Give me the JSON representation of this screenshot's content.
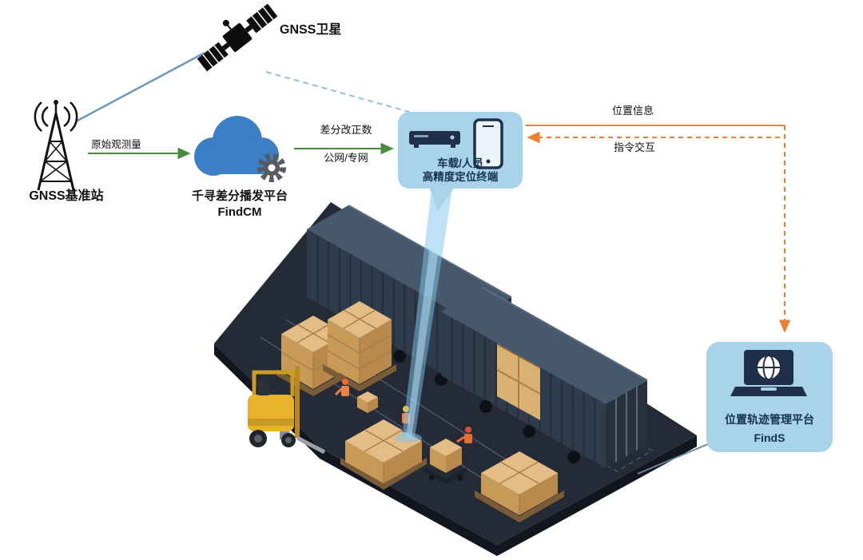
{
  "labels": {
    "satellite": "GNSS卫星",
    "base_station": "GNSS基准站",
    "raw_observation": "原始观测量",
    "cloud_line1": "千寻差分播发平台",
    "cloud_line2": "FindCM",
    "correction_line1": "差分改正数",
    "correction_line2": "公网/专网",
    "terminal_line1": "车载/人员",
    "terminal_line2": "高精度定位终端",
    "position_info": "位置信息",
    "command_interaction": "指令交互",
    "platform_line1": "位置轨迹管理平台",
    "platform_line2": "FindS"
  },
  "icons": {
    "satellite": "gnss-satellite-icon",
    "base_station": "radio-tower-icon",
    "cloud": "cloud-icon",
    "gear": "gear-icon",
    "receiver": "vehicle-terminal-icon",
    "phone": "smartphone-icon",
    "laptop_globe": "laptop-globe-icon"
  },
  "colors": {
    "arrow_green": "#4a8c3f",
    "arrow_orange": "#ed7d31",
    "bubble_fill": "#a8d3ea",
    "cloud_blue": "#3b7fc4",
    "device_navy": "#20304a",
    "beam_blue": "#7dc3eb",
    "link_blue_solid": "#6d9ab8",
    "link_blue_dashed": "#8fc0e0",
    "floor_dark": "#242b36",
    "container_dark": "#303c4b",
    "box_tan": "#c89a58",
    "forklift_yellow": "#e8b32a",
    "label_navy": "#15324f",
    "text_black": "#111111"
  }
}
